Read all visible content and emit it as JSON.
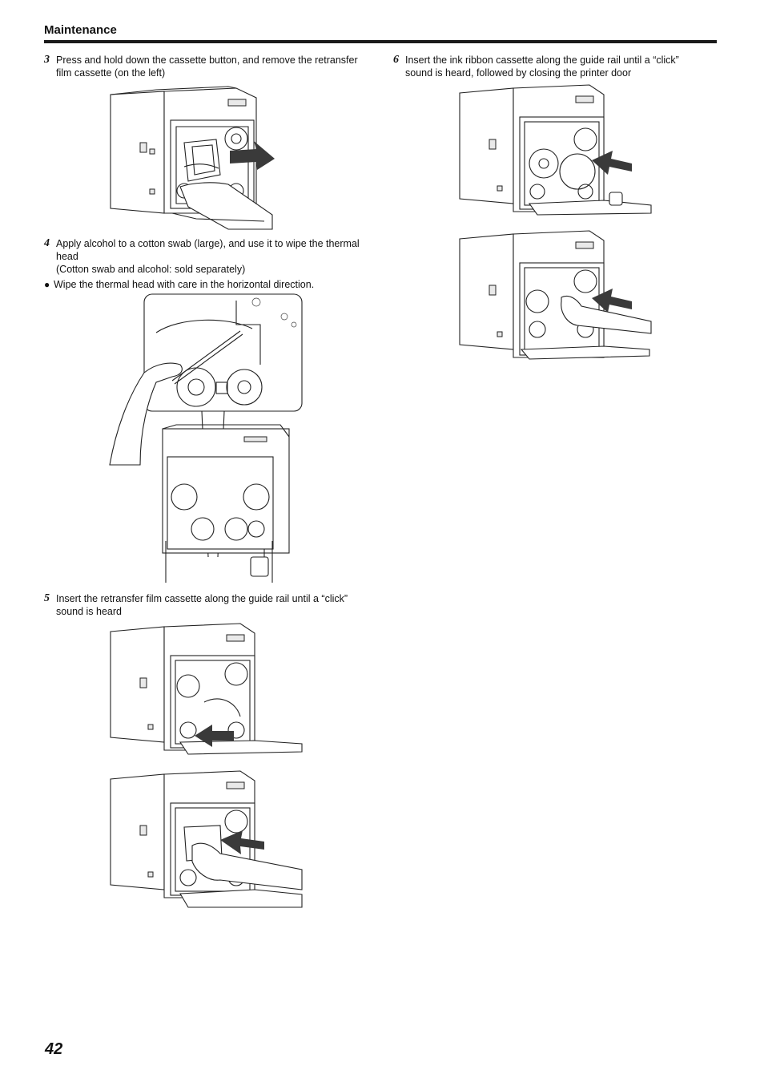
{
  "header": {
    "section_title": "Maintenance"
  },
  "page_number": "42",
  "steps": [
    {
      "number": "3",
      "text": "Press and hold down the cassette button, and remove the retransfer film cassette (on the left)"
    },
    {
      "number": "4",
      "text": "Apply alcohol to a cotton swab (large), and use it to wipe the thermal head",
      "note": "(Cotton swab and alcohol: sold separately)",
      "bullet": "Wipe the thermal head with care in the horizontal direction."
    },
    {
      "number": "5",
      "text": "Insert the retransfer film cassette along the guide rail until a “click” sound is heard"
    },
    {
      "number": "6",
      "text": "Insert the ink ribbon cassette along the guide rail until a “click” sound is heard, followed by closing the printer door"
    }
  ],
  "figures": [
    {
      "id": "fig-step3",
      "depicts": "printer-remove-cassette",
      "arrow": "right"
    },
    {
      "id": "fig-step4",
      "depicts": "cleaning-thermal-head"
    },
    {
      "id": "fig-step5a",
      "depicts": "printer-insert-retransfer-cassette",
      "arrow": "left"
    },
    {
      "id": "fig-step5b",
      "depicts": "printer-insert-retransfer-cassette-hand",
      "arrow": "left"
    },
    {
      "id": "fig-step6a",
      "depicts": "printer-insert-ink-ribbon",
      "arrow": "left"
    },
    {
      "id": "fig-step6b",
      "depicts": "printer-insert-ink-ribbon-hand",
      "arrow": "left"
    }
  ]
}
